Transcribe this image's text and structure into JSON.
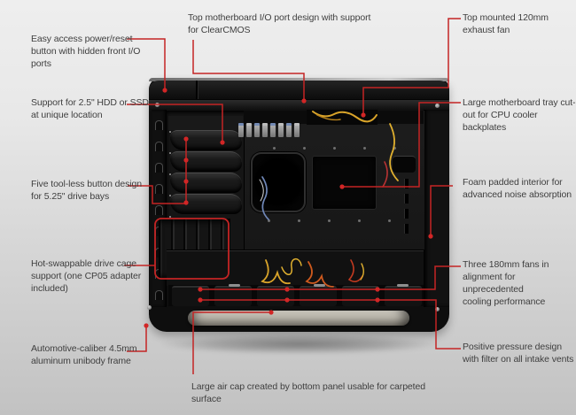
{
  "title": "PC case annotated feature diagram",
  "annotation": {
    "line_color": "#c42424",
    "dot_color": "#d22626",
    "text_color": "#3f3f3f"
  },
  "product": {
    "subject": "computer-case-interior-photo",
    "accent_parts": [
      "silver-aluminum-rail",
      "yellow-cables",
      "expansion-slot-clips"
    ]
  },
  "labels": [
    {
      "id": "power-reset",
      "text": "Easy access power/reset\nbutton with hidden front I/O\nports"
    },
    {
      "id": "top-io",
      "text": "Top motherboard I/O port design with support\nfor ClearCMOS"
    },
    {
      "id": "top-fan",
      "text": "Top mounted 120mm\nexhaust fan"
    },
    {
      "id": "tray-cutout",
      "text": "Large motherboard tray cut-\nout for CPU cooler\nbackplates"
    },
    {
      "id": "foam",
      "text": "Foam padded interior for\nadvanced noise absorption"
    },
    {
      "id": "fans-180",
      "text": "Three 180mm fans in\nalignment for unprecedented\ncooling performance"
    },
    {
      "id": "positive-pressure",
      "text": "Positive pressure design\nwith filter on all intake vents"
    },
    {
      "id": "ssd",
      "text": "Support for 2.5\" HDD or SSD\nat unique location"
    },
    {
      "id": "tool-less",
      "text": "Five tool-less button design\nfor 5.25\" drive bays"
    },
    {
      "id": "hot-swap",
      "text": "Hot-swappable drive cage\nsupport (one CP05 adapter\nincluded)"
    },
    {
      "id": "unibody",
      "text": "Automotive-caliber 4.5mm\naluminum unibody frame"
    },
    {
      "id": "air-gap",
      "text": "Large air cap created by bottom panel usable for carpeted\nsurface"
    }
  ]
}
